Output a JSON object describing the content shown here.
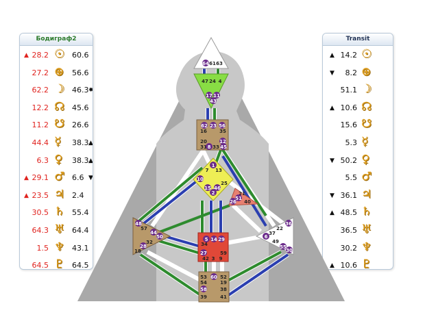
{
  "personality_panel": {
    "title": "Бодиграф2",
    "rows": [
      {
        "arrow": "▲",
        "design": "28.2",
        "glyph": "☉",
        "personality": "60.6",
        "mark": ""
      },
      {
        "arrow": "",
        "design": "27.2",
        "glyph": "⊕",
        "personality": "56.6",
        "mark": ""
      },
      {
        "arrow": "",
        "design": "62.2",
        "glyph": "☽",
        "personality": "46.3",
        "mark": "✸"
      },
      {
        "arrow": "",
        "design": "12.2",
        "glyph": "☊",
        "personality": "45.6",
        "mark": ""
      },
      {
        "arrow": "",
        "design": "11.2",
        "glyph": "☋",
        "personality": "26.6",
        "mark": ""
      },
      {
        "arrow": "",
        "design": "44.4",
        "glyph": "☿",
        "personality": "38.3",
        "mark": "▲"
      },
      {
        "arrow": "",
        "design": "6.3",
        "glyph": "♀",
        "personality": "38.3",
        "mark": "▲"
      },
      {
        "arrow": "▲",
        "design": "29.1",
        "glyph": "♂",
        "personality": "6.6",
        "mark": "▼"
      },
      {
        "arrow": "▲",
        "design": "23.5",
        "glyph": "♃",
        "personality": "2.4",
        "mark": ""
      },
      {
        "arrow": "",
        "design": "30.5",
        "glyph": "♄",
        "personality": "55.4",
        "mark": ""
      },
      {
        "arrow": "",
        "design": "64.3",
        "glyph": "♅",
        "personality": "64.4",
        "mark": ""
      },
      {
        "arrow": "",
        "design": "1.5",
        "glyph": "♆",
        "personality": "43.1",
        "mark": ""
      },
      {
        "arrow": "",
        "design": "64.5",
        "glyph": "♇",
        "personality": "64.5",
        "mark": ""
      }
    ]
  },
  "transit_panel": {
    "title": "Transit",
    "rows": [
      {
        "arrow": "▲",
        "value": "14.2",
        "glyph": "☉"
      },
      {
        "arrow": "▼",
        "value": "8.2",
        "glyph": "⊕"
      },
      {
        "arrow": "",
        "value": "51.1",
        "glyph": "☽"
      },
      {
        "arrow": "▲",
        "value": "10.6",
        "glyph": "☊"
      },
      {
        "arrow": "",
        "value": "15.6",
        "glyph": "☋"
      },
      {
        "arrow": "",
        "value": "5.3",
        "glyph": "☿"
      },
      {
        "arrow": "▼",
        "value": "50.2",
        "glyph": "♀"
      },
      {
        "arrow": "",
        "value": "5.5",
        "glyph": "♂"
      },
      {
        "arrow": "▼",
        "value": "36.1",
        "glyph": "♃"
      },
      {
        "arrow": "▲",
        "value": "48.5",
        "glyph": "♄"
      },
      {
        "arrow": "",
        "value": "36.5",
        "glyph": "♅"
      },
      {
        "arrow": "",
        "value": "30.2",
        "glyph": "♆"
      },
      {
        "arrow": "▲",
        "value": "10.6",
        "glyph": "♇"
      }
    ]
  },
  "bodygraph": {
    "colors": {
      "background_triangle": "#a9a9a9",
      "head_center": "#ffffff",
      "ajna_center": "#88dd44",
      "throat_center": "#b8996a",
      "g_center": "#eeee55",
      "heart_center": "#e88070",
      "spleen_center": "#b8996a",
      "sacral_center": "#e04838",
      "solar_plexus_center": "#ffffff",
      "root_center": "#b8996a",
      "design_channel": "#2e8b2e",
      "personality_channel": "#2b3fb0",
      "gate_badge": "#6a2a8a"
    },
    "head_gates": [
      "64",
      "61",
      "63"
    ],
    "ajna_gates": [
      "47",
      "24",
      "4"
    ],
    "ajna_lower_gates": [
      "17",
      "11",
      "43"
    ],
    "throat_gates": [
      "62",
      "23",
      "56",
      "16",
      "35",
      "20",
      "12",
      "31",
      "8",
      "33",
      "45"
    ],
    "g_gates": [
      "1",
      "7",
      "13",
      "10",
      "25",
      "15",
      "46",
      "2"
    ],
    "heart_gates": [
      "21",
      "51",
      "26",
      "40"
    ],
    "spleen_gates": [
      "48",
      "57",
      "44",
      "50",
      "32",
      "28",
      "18"
    ],
    "sacral_gates": [
      "5",
      "14",
      "29",
      "34",
      "27",
      "59",
      "42",
      "3",
      "9"
    ],
    "solar_plexus_gates": [
      "36",
      "22",
      "37",
      "6",
      "49",
      "55",
      "30"
    ],
    "root_gates": [
      "53",
      "60",
      "52",
      "54",
      "19",
      "58",
      "38",
      "39",
      "41"
    ]
  }
}
